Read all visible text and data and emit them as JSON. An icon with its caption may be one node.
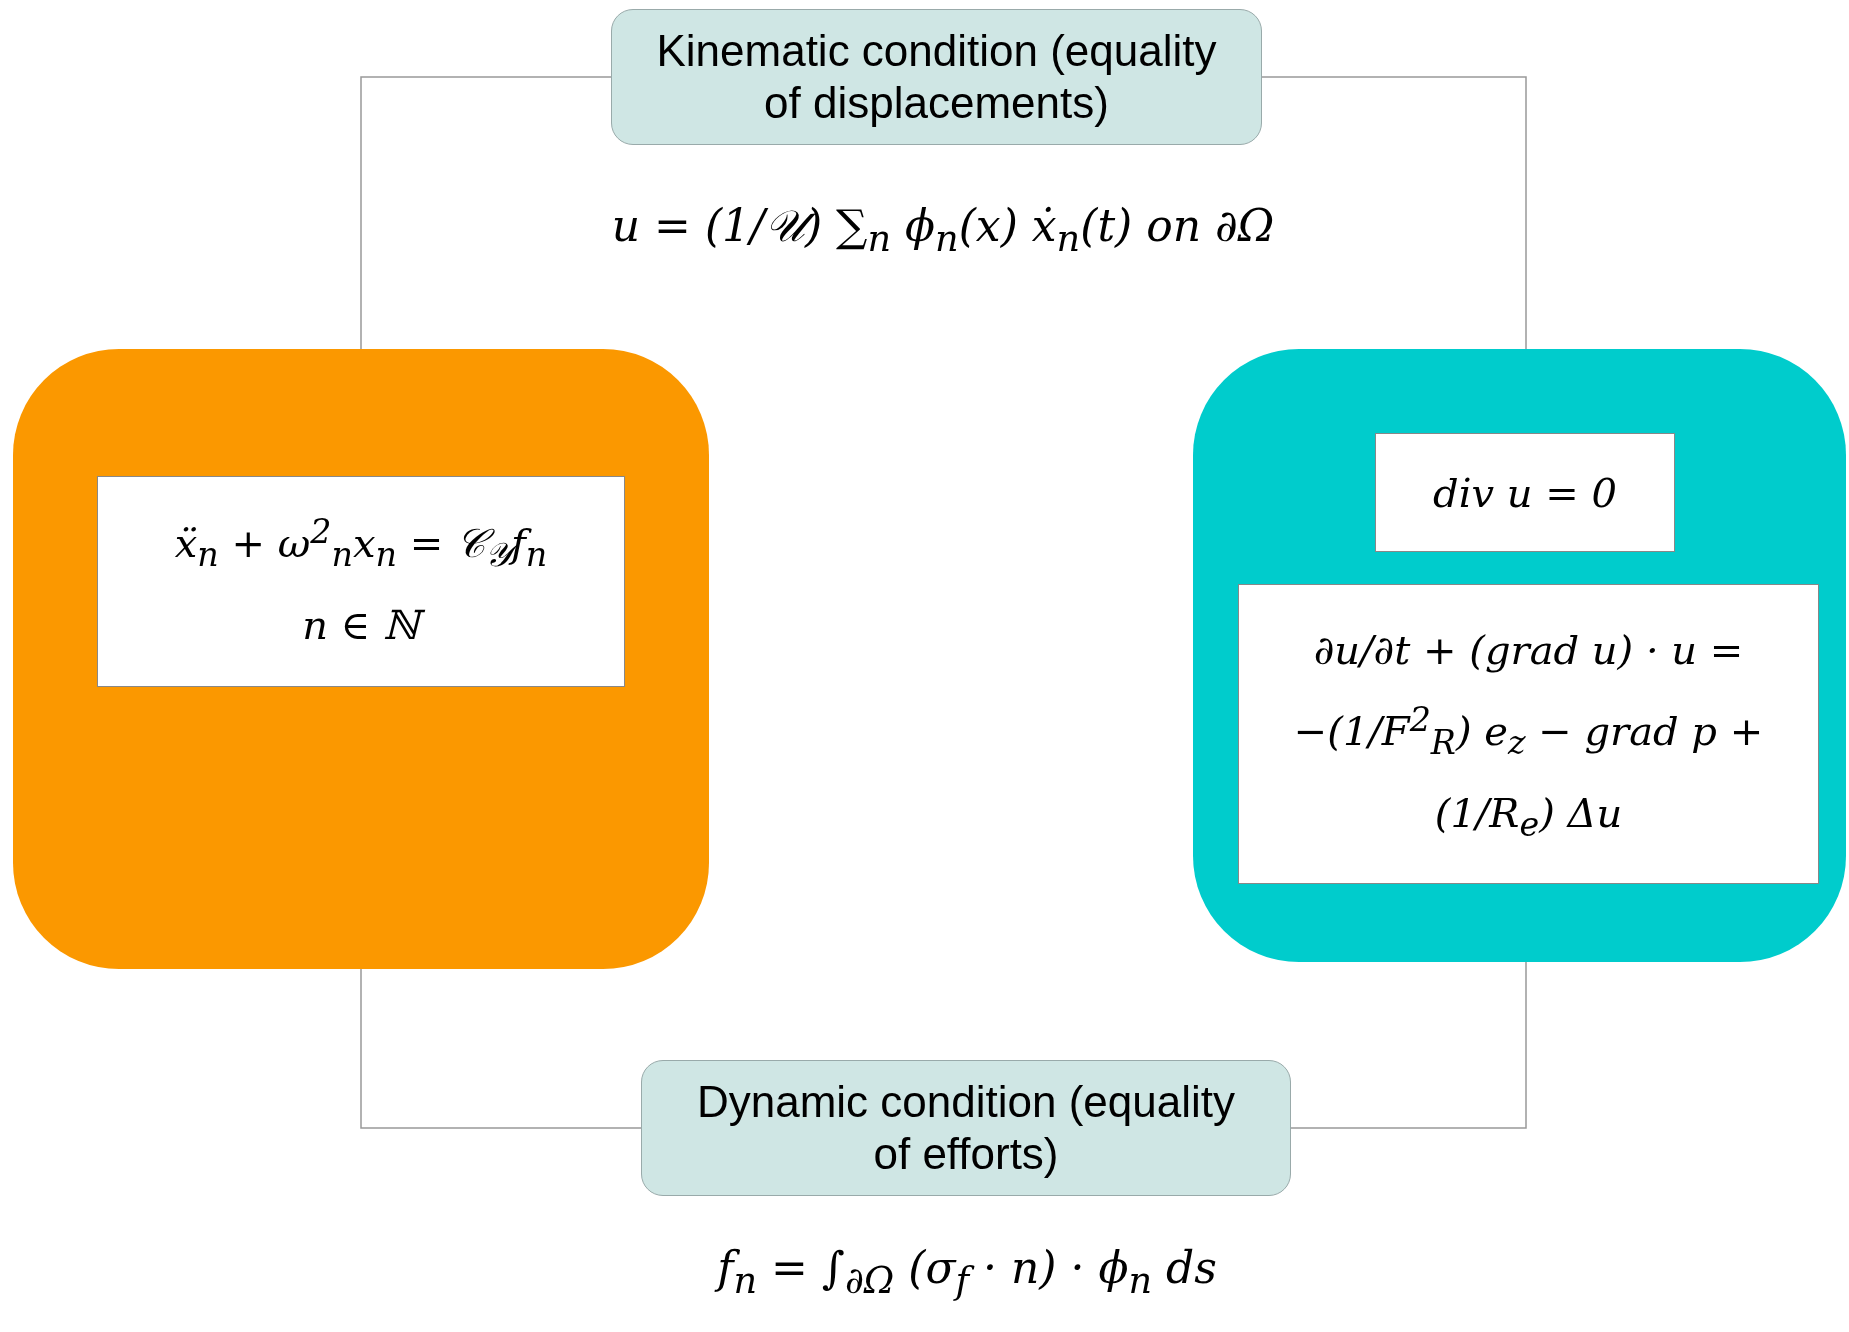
{
  "diagram": {
    "nodes": [
      {
        "text": [
          "Kinematic condition (equality of displacements)"
        ],
        "beside": [
          "u = (1/𝒰) ∑$_{n}$ ϕ$_{n}$(x) ẋ$_{n}$(t)   on ∂Ω"
        ]
      },
      {
        "text": [],
        "shape": "box"
      },
      {
        "text": [
          "ẍ$_{n}$ + ω$^{2}$$_{n}$x$_{n}$ = 𝒞$_{𝒴}$f$_{n}$",
          "n ∈ ℕ"
        ],
        "in": 1
      },
      {
        "text": [],
        "shape": "box"
      },
      {
        "text": [
          "div u = 0"
        ],
        "in": 3
      },
      {
        "text": [
          "∂u/∂t + (grad u) · u = −(1/F$^{2}$$_{R}$) e$_{z}$ − grad p + (1/R$_{e}$) Δu"
        ],
        "in": 3
      },
      {
        "text": [
          "Dynamic condition (equality of efforts)"
        ],
        "beside": [
          "f$_{n}$ = ∫$_{∂Ω}$ (σ$_{f}$ · n) · ϕ$_{n}$ ds"
        ]
      }
    ],
    "edges": [
      {
        "from": 0,
        "to": 1,
        "arrow": "none"
      },
      {
        "from": 0,
        "to": 3,
        "arrow": "none"
      },
      {
        "from": 1,
        "to": 6,
        "arrow": "none"
      },
      {
        "from": 6,
        "to": 3,
        "arrow": "none"
      }
    ]
  }
}
